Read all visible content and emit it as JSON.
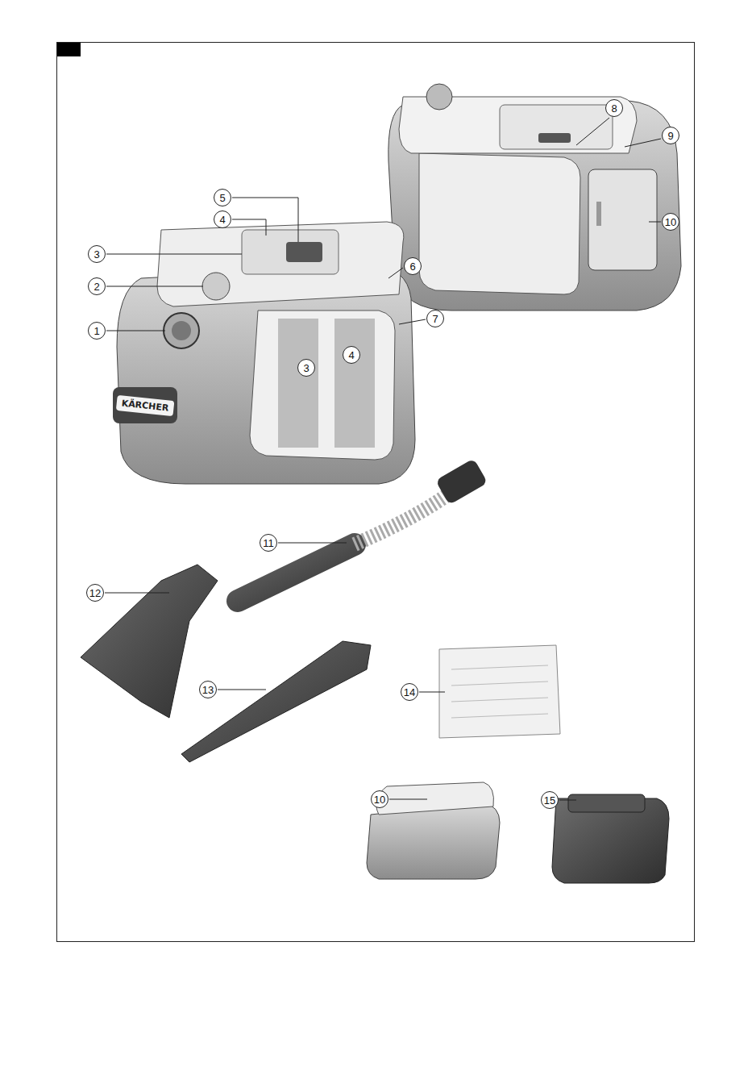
{
  "diagram": {
    "labels": [
      "8",
      "9",
      "5",
      "4",
      "3",
      "6",
      "10",
      "2",
      "1",
      "7",
      "3",
      "4",
      "KÄRCHER",
      "11",
      "12",
      "13",
      "14",
      "10",
      "15"
    ]
  }
}
